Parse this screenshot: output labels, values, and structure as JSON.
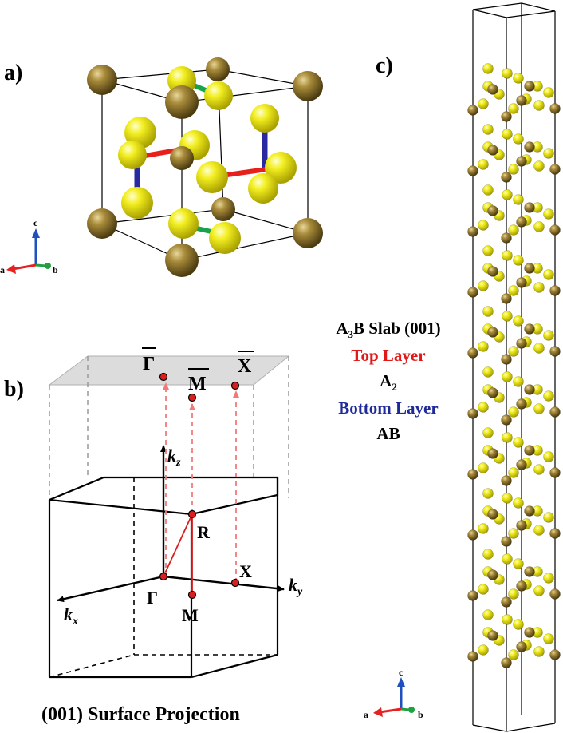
{
  "panels": {
    "a": {
      "label": "a)"
    },
    "b": {
      "label": "b)"
    },
    "c": {
      "label": "c)"
    }
  },
  "axes_triad": {
    "a": "a",
    "b": "b",
    "c": "c"
  },
  "brillouin": {
    "gamma_bar": "Γ",
    "m_bar": "M",
    "x_bar": "X",
    "kz": "k",
    "kz_sub": "z",
    "ky": "k",
    "ky_sub": "y",
    "kx": "k",
    "kx_sub": "x",
    "R": "R",
    "X": "X",
    "Gamma": "Γ",
    "M": "M",
    "caption": "(001) Surface Projection"
  },
  "slab": {
    "title_main": "A",
    "title_sub": "3",
    "title_rest": "B Slab (001)",
    "top_layer": "Top Layer",
    "top_formula_main": "A",
    "top_formula_sub": "2",
    "bottom_layer": "Bottom Layer",
    "bottom_formula": "AB"
  },
  "colors": {
    "gold_atom": "#8c7428",
    "yellow_atom": "#e8e400",
    "bond_red": "#e8201c",
    "bond_blue": "#2a2aa0",
    "bond_green": "#1aa24a",
    "point_red": "#d81e1e",
    "arrow_pink": "#f07a7a",
    "plane_gray": "#dcdcdc",
    "top_layer_text": "#e01818",
    "bottom_layer_text": "#1e2a9a"
  }
}
